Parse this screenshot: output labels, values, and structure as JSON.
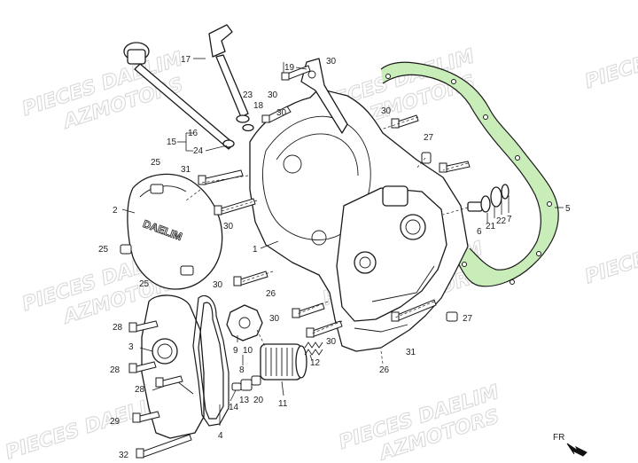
{
  "watermark": {
    "line1": "PIECES DAELIM",
    "line2": "AZMOTORS"
  },
  "logo_text": "DAELIM",
  "direction_label": "FR",
  "callouts": [
    {
      "text": "17"
    },
    {
      "text": "19"
    },
    {
      "text": "30"
    },
    {
      "text": "23"
    },
    {
      "text": "30"
    },
    {
      "text": "18"
    },
    {
      "text": "30"
    },
    {
      "text": "16"
    },
    {
      "text": "15"
    },
    {
      "text": "24"
    },
    {
      "text": "27"
    },
    {
      "text": "25"
    },
    {
      "text": "31"
    },
    {
      "text": "30"
    },
    {
      "text": "2"
    },
    {
      "text": "30"
    },
    {
      "text": "1"
    },
    {
      "text": "25"
    },
    {
      "text": "25"
    },
    {
      "text": "30"
    },
    {
      "text": "26"
    },
    {
      "text": "6"
    },
    {
      "text": "21"
    },
    {
      "text": "22"
    },
    {
      "text": "7"
    },
    {
      "text": "5"
    },
    {
      "text": "30"
    },
    {
      "text": "27"
    },
    {
      "text": "28"
    },
    {
      "text": "3"
    },
    {
      "text": "9"
    },
    {
      "text": "10"
    },
    {
      "text": "8"
    },
    {
      "text": "30"
    },
    {
      "text": "12"
    },
    {
      "text": "28"
    },
    {
      "text": "28"
    },
    {
      "text": "26"
    },
    {
      "text": "31"
    },
    {
      "text": "14"
    },
    {
      "text": "13"
    },
    {
      "text": "20"
    },
    {
      "text": "11"
    },
    {
      "text": "29"
    },
    {
      "text": "4"
    },
    {
      "text": "32"
    }
  ]
}
